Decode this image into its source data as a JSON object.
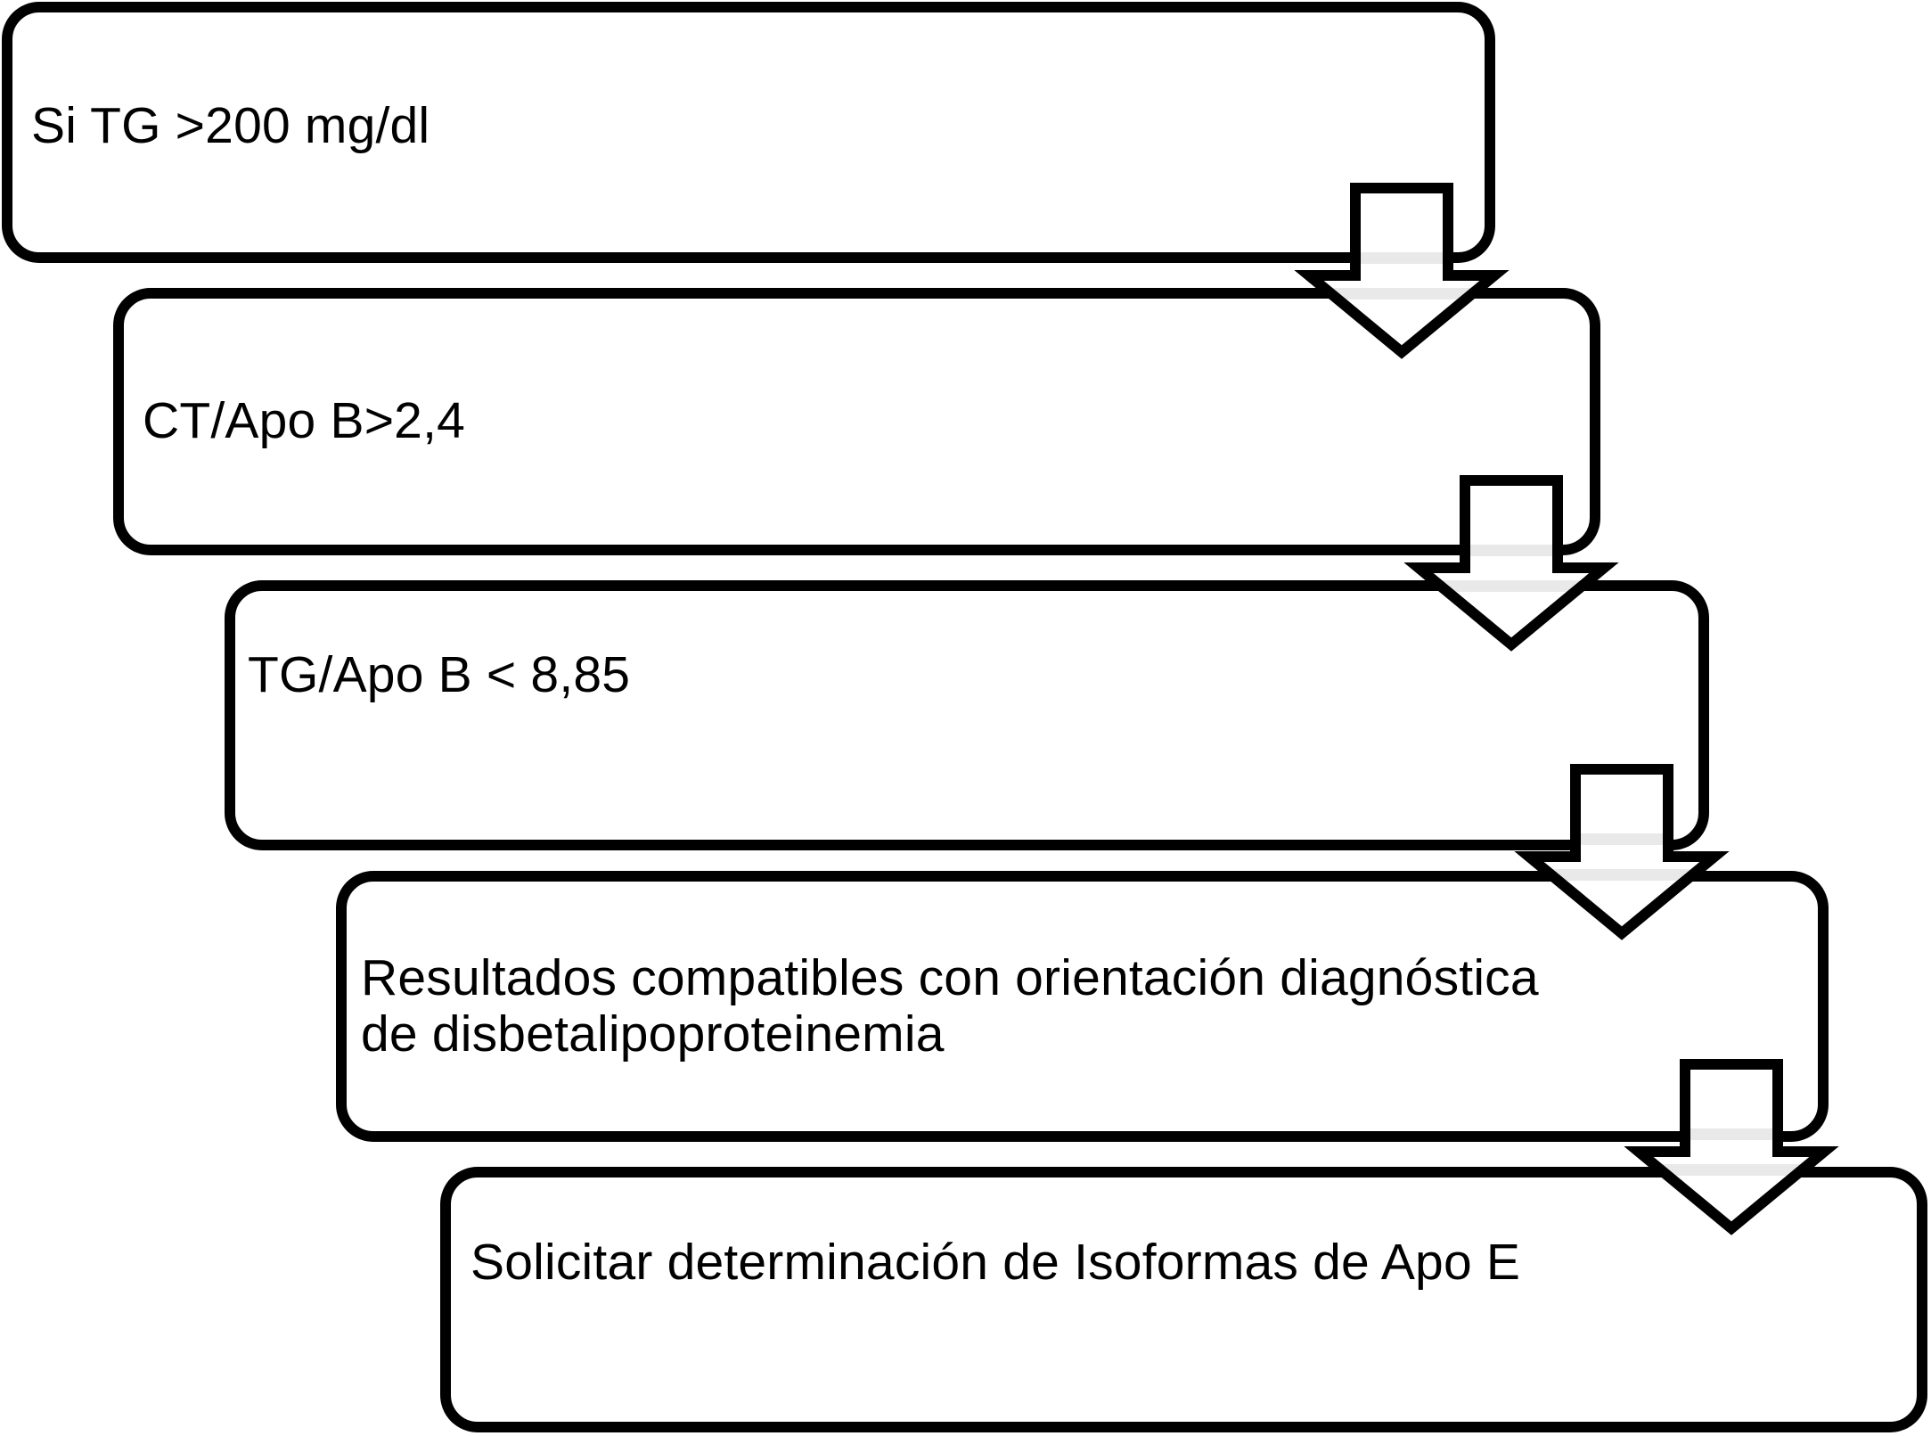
{
  "diagram": {
    "type": "flowchart-cascade",
    "description": "Stepwise diagnostic algorithm: five rounded rectangles in a descending cascade, each connected to the next by a white block arrow pointing down",
    "colors": {
      "background": "#ffffff",
      "box_fill": "#ffffff",
      "box_border": "#000000",
      "text": "#000000",
      "arrow_fill": "#ffffff",
      "arrow_outline": "#000000",
      "border_showthrough": "#e9e9e9"
    },
    "steps": [
      {
        "label": "Si TG >200 mg/dl"
      },
      {
        "label": "CT/Apo B>2,4"
      },
      {
        "label": "TG/Apo B < 8,85"
      },
      {
        "label": "Resultados compatibles con orientación diagnóstica\nde disbetalipoproteinemia"
      },
      {
        "label": "Solicitar determinación de Isoformas de Apo E"
      }
    ],
    "connectors": [
      {
        "icon": "down-block-arrow",
        "from_step": 1,
        "to_step": 2
      },
      {
        "icon": "down-block-arrow",
        "from_step": 2,
        "to_step": 3
      },
      {
        "icon": "down-block-arrow",
        "from_step": 3,
        "to_step": 4
      },
      {
        "icon": "down-block-arrow",
        "from_step": 4,
        "to_step": 5
      }
    ]
  }
}
